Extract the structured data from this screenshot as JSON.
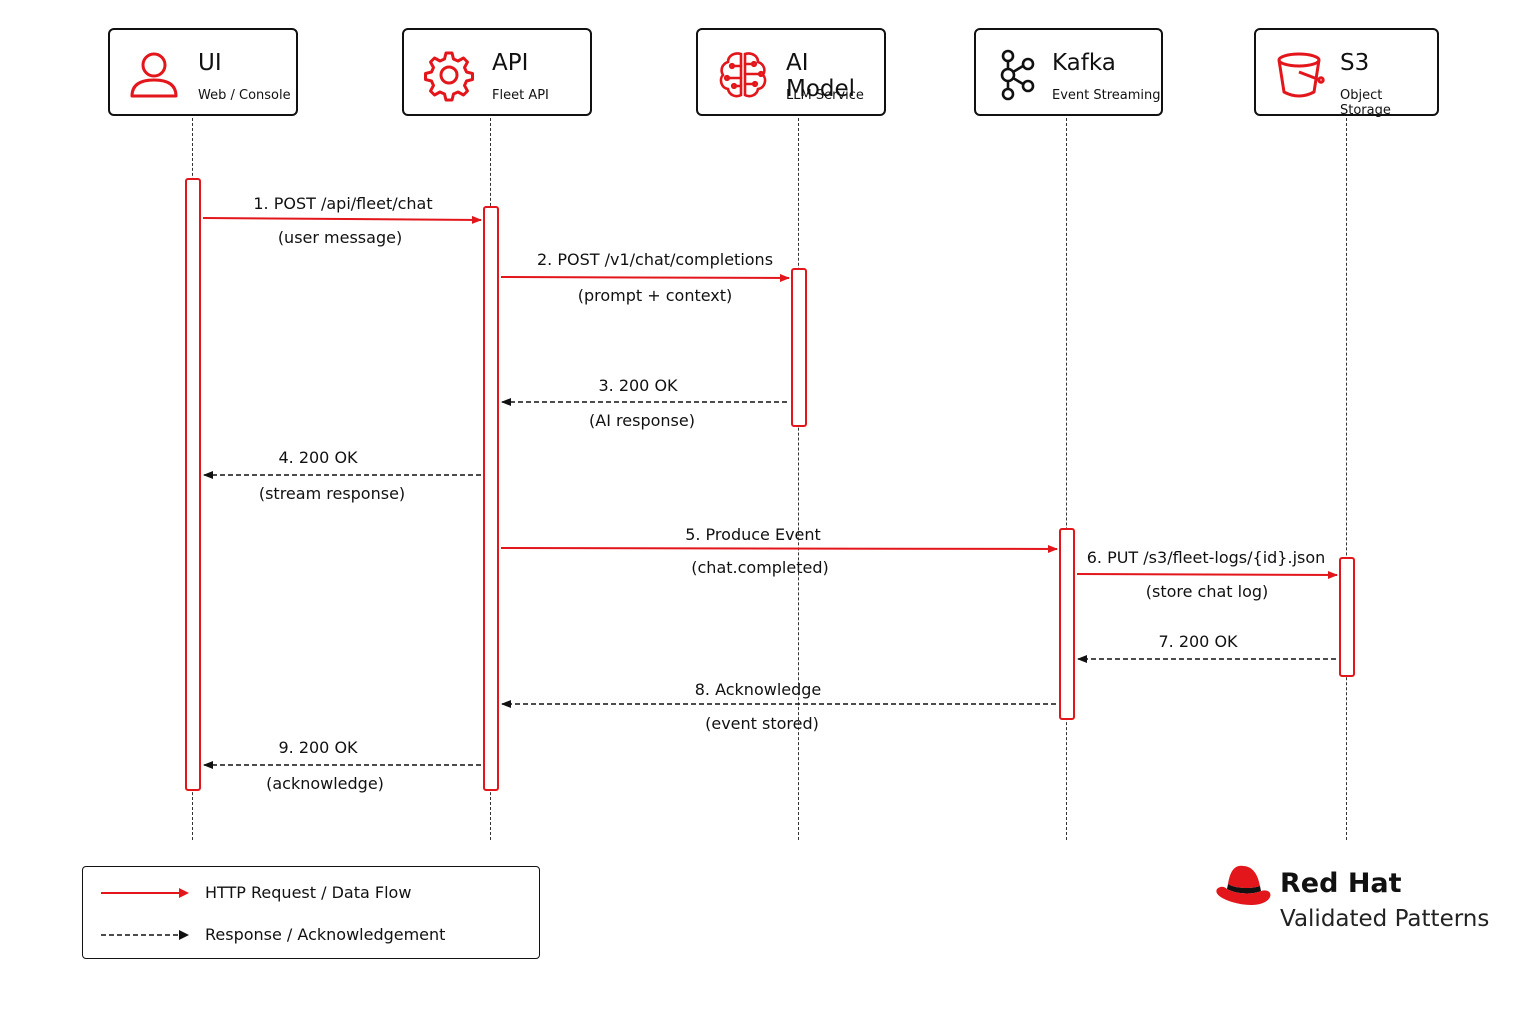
{
  "participants": [
    {
      "id": "ui",
      "title": "UI",
      "subtitle": "Web / Console",
      "icon": "user-icon"
    },
    {
      "id": "api",
      "title": "API",
      "subtitle": "Fleet API",
      "icon": "gear-icon"
    },
    {
      "id": "ai",
      "title": "AI Model",
      "subtitle": "LLM Service",
      "icon": "brain-icon"
    },
    {
      "id": "kafka",
      "title": "Kafka",
      "subtitle": "Event Streaming",
      "icon": "kafka-icon"
    },
    {
      "id": "s3",
      "title": "S3",
      "subtitle": "Object Storage",
      "icon": "bucket-icon"
    }
  ],
  "messages": [
    {
      "label": "1. POST  /api/fleet/chat",
      "note": "(user message)",
      "from": "ui",
      "to": "api",
      "kind": "request"
    },
    {
      "label": "2. POST /v1/chat/completions",
      "note": "(prompt + context)",
      "from": "api",
      "to": "ai",
      "kind": "request"
    },
    {
      "label": "3. 200 OK",
      "note": "(AI response)",
      "from": "ai",
      "to": "api",
      "kind": "response"
    },
    {
      "label": "4. 200 OK",
      "note": "(stream response)",
      "from": "api",
      "to": "ui",
      "kind": "response"
    },
    {
      "label": "5.  Produce Event",
      "note": "(chat.completed)",
      "from": "api",
      "to": "kafka",
      "kind": "request"
    },
    {
      "label": "6. PUT /s3/fleet-logs/{id}.json",
      "note": "(store chat log)",
      "from": "kafka",
      "to": "s3",
      "kind": "request"
    },
    {
      "label": "7. 200 OK",
      "note": "",
      "from": "s3",
      "to": "kafka",
      "kind": "response"
    },
    {
      "label": "8.  Acknowledge",
      "note": "(event stored)",
      "from": "kafka",
      "to": "api",
      "kind": "response"
    },
    {
      "label": "9. 200 OK",
      "note": "(acknowledge)",
      "from": "api",
      "to": "ui",
      "kind": "response"
    }
  ],
  "legend": {
    "request": "HTTP Request / Data Flow",
    "response": "Response / Acknowledgement"
  },
  "brand": {
    "name": "Red Hat",
    "tagline": "Validated Patterns",
    "logo": "red-hat-logo-icon"
  },
  "colors": {
    "accent": "#e3161b",
    "line": "#111111"
  }
}
